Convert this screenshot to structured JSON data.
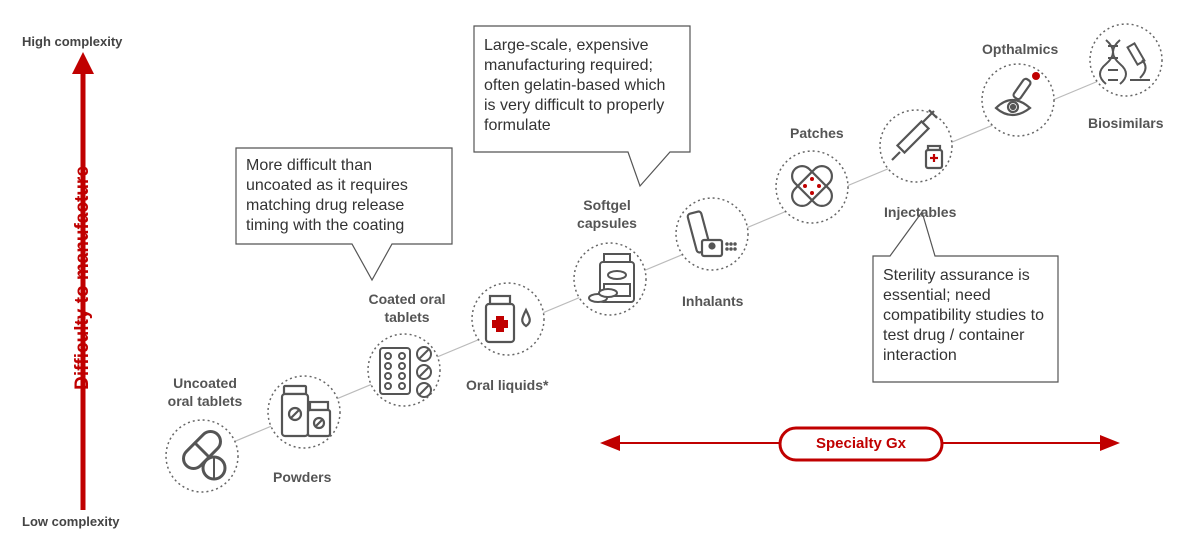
{
  "axis": {
    "high": "High complexity",
    "low": "Low complexity",
    "vertical_label": "Difficulty to manufacture"
  },
  "nodes": {
    "uncoated": "Uncoated\noral tablets",
    "powders": "Powders",
    "coated": "Coated oral\ntablets",
    "oral_liquids": "Oral liquids*",
    "softgel": "Softgel\ncapsules",
    "inhalants": "Inhalants",
    "patches": "Patches",
    "injectables": "Injectables",
    "opthalmics": "Opthalmics",
    "biosimilars": "Biosimilars"
  },
  "callouts": {
    "coated": "More difficult than uncoated as it requires matching drug release timing with the coating",
    "softgel": "Large-scale, expensive manufacturing required; often gelatin-based which is very difficult to properly formulate",
    "injectables": "Sterility assurance is essential; need compatibility studies to test drug / container interaction"
  },
  "specialty": {
    "label": "Specialty Gx"
  },
  "colors": {
    "accent": "#c00000",
    "icon": "#555555",
    "line": "#bbbbbb"
  },
  "icons": [
    "pills-icon",
    "powder-bottles-icon",
    "blister-pack-icon",
    "medicine-bottle-icon",
    "softgel-bottle-icon",
    "inhaler-icon",
    "bandage-icon",
    "syringe-vial-icon",
    "eye-dropper-icon",
    "dna-microscope-icon"
  ]
}
